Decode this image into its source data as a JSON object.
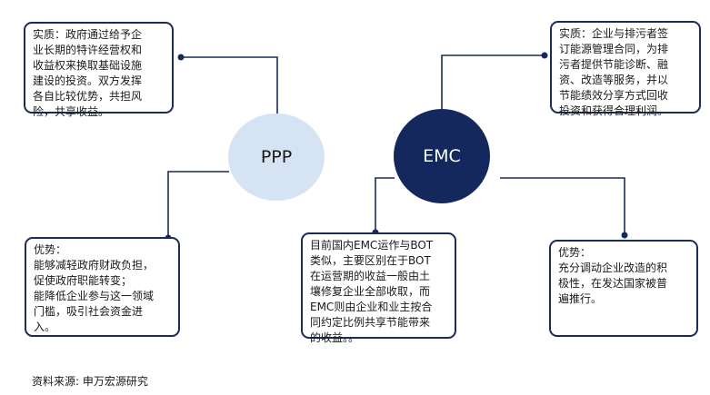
{
  "circles": {
    "ppp": "PPP",
    "emc": "EMC"
  },
  "boxes": {
    "ppp_essence": "实质：政府通过给予企\n业长期的特许经营权和\n收益权来换取基础设施\n建设的投资。双方发挥\n各自比较优势，共担风\n险，共享收益。",
    "ppp_advantages": "优势：\n能够减轻政府财政负担，\n促使政府职能转变；\n能降低企业参与这一领域\n门槛，吸引社会资金进\n入。",
    "emc_note": "目前国内EMC运作与BOT\n类似，主要区别在于BOT\n在运营期的收益一般由土\n壤修复企业全部收取，而\nEMC则由企业和业主按合\n同约定比例共享节能带来\n的收益。。",
    "emc_essence": "实质：企业与排污者签\n订能源管理合同，为排\n污者提供节能诊断、融\n资、改造等服务，并以\n节能绩效分享方式回收\n投资和获得合理利润。",
    "emc_advantages": "优势：\n充分调动企业改造的积\n极性，在发达国家被普\n遍推行。"
  },
  "source": "资料来源: 申万宏源研究",
  "colors": {
    "navy": "#15285e",
    "border": "#1b2a56",
    "light_blue": "#d6e3f2"
  }
}
